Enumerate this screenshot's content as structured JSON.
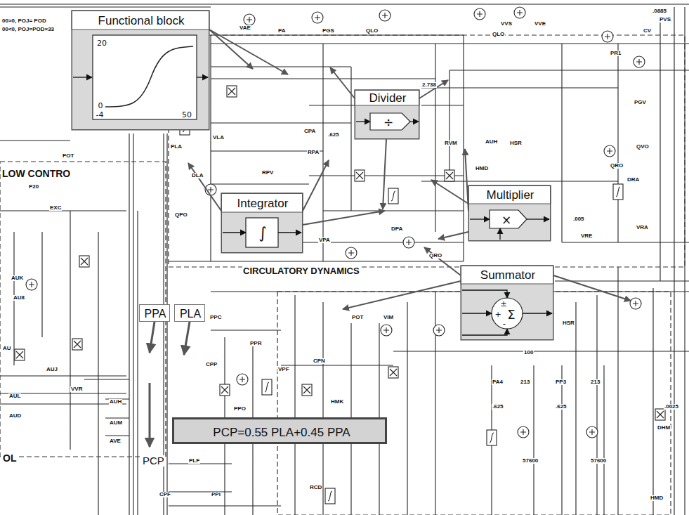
{
  "diagram": {
    "nodes": [
      {
        "text": [
          "Functional block",
          "20",
          "0",
          "-4",
          "50"
        ]
      },
      {
        "text": [
          "Divider",
          "÷"
        ]
      },
      {
        "text": [
          "Multiplier",
          "×"
        ]
      },
      {
        "text": [
          "Integrator",
          "∫"
        ]
      },
      {
        "text": [
          "Summator",
          "±",
          "Σ",
          "+",
          "-"
        ]
      },
      {
        "text": [
          "PPA"
        ]
      },
      {
        "text": [
          "PLA"
        ]
      },
      {
        "text": [
          "PCP=0.55 PLA+0.45 PPA"
        ]
      }
    ],
    "labels": [
      "CIRCULATORY DYNAMICS",
      "LOW CONTRO",
      "OL",
      "PCP",
      "00>0, POJ= POD",
      "00<0, POJ=POD×33",
      "VAE",
      "PA",
      "PGS",
      "QLO",
      "VVS",
      "VVE",
      "PVS",
      "CV",
      ".0885",
      "QLO",
      "PR1",
      "PGV",
      "QVO",
      "QRO",
      "DRA",
      "VRA",
      ".005",
      "VRE",
      "2.738",
      "RVM",
      "AUH",
      "HSR",
      "HMD",
      "CPA",
      ".625",
      "RPA",
      "RPV",
      "QPO",
      "DLA",
      "VLA",
      "PLA",
      "VPA",
      "DPA",
      "QRO",
      "P20",
      "POT",
      "EXC",
      "AUK",
      "AU8",
      "AU",
      "AUJ",
      "AUL",
      "AUD",
      "VVR",
      "AUH",
      "AUM",
      "AVE",
      "PPC",
      "CPP",
      "PPR",
      "VPF",
      "CPN",
      "PPO",
      "PLF",
      "CPF",
      "PPI",
      "POT",
      "VIM",
      "HSR",
      "100",
      "PA4",
      "PP3",
      "213",
      "213",
      ".625",
      ".625",
      "57600",
      "57600",
      "HMK",
      "RCD",
      ".0025",
      "DHM",
      "HMD"
    ]
  }
}
